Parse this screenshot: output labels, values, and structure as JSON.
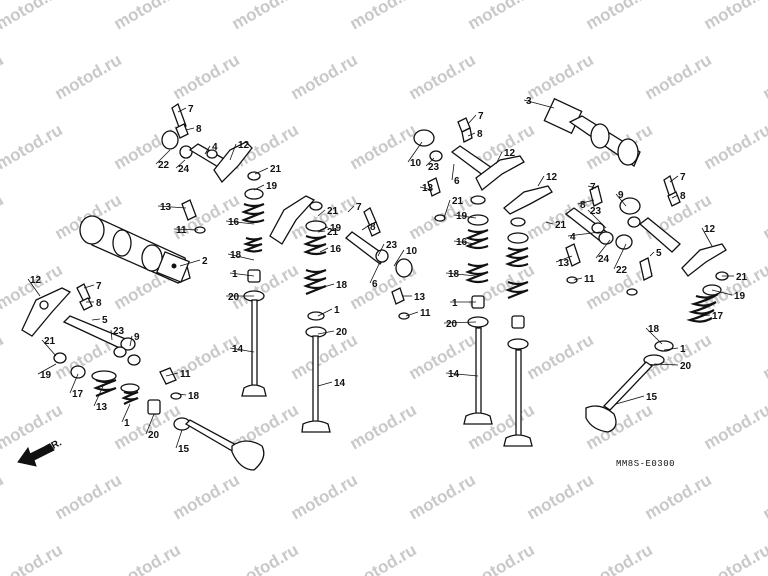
{
  "watermark": "motod.ru",
  "diagram_code": "MM8S-E0300",
  "front_label": "FR.",
  "callouts": [
    "7",
    "8",
    "4",
    "22",
    "24",
    "12",
    "21",
    "19",
    "16",
    "18",
    "1",
    "20",
    "13",
    "11",
    "14",
    "7",
    "8",
    "21",
    "21",
    "6",
    "10",
    "23",
    "13",
    "11",
    "16",
    "19",
    "18",
    "1",
    "20",
    "14",
    "3",
    "7",
    "8",
    "10",
    "23",
    "6",
    "12",
    "13",
    "21",
    "19",
    "16",
    "18",
    "1",
    "20",
    "14",
    "12",
    "21",
    "7",
    "8",
    "9",
    "23",
    "4",
    "24",
    "22",
    "13",
    "11",
    "5",
    "7",
    "8",
    "12",
    "21",
    "19",
    "17",
    "18",
    "1",
    "20",
    "15",
    "2",
    "12",
    "7",
    "8",
    "5",
    "23",
    "9",
    "21",
    "19",
    "17",
    "13",
    "11",
    "18",
    "1",
    "20",
    "15"
  ]
}
